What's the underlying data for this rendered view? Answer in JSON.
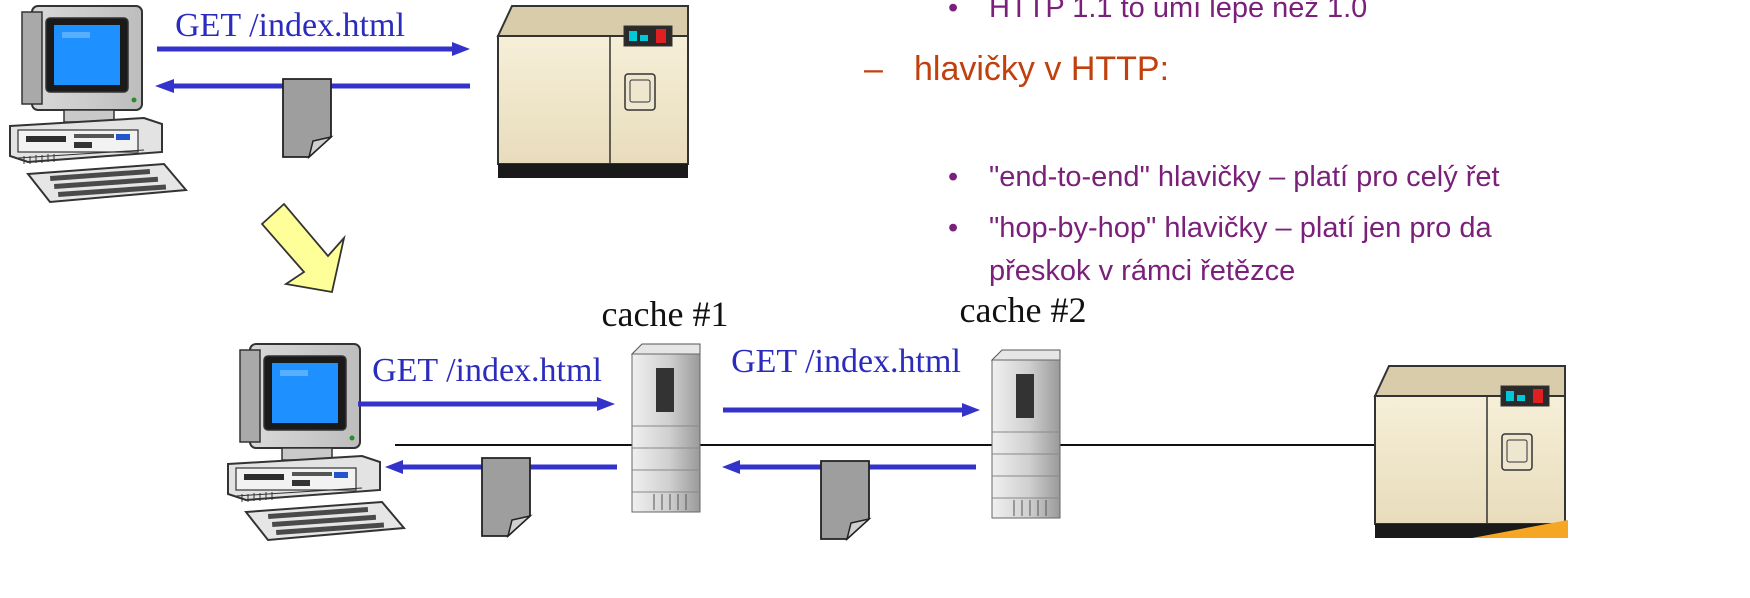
{
  "top": {
    "request_label": "GET /index.html"
  },
  "bottom": {
    "cache1_title": "cache #1",
    "cache2_title": "cache #2",
    "request_label_1": "GET /index.html",
    "request_label_2": "GET /index.html"
  },
  "text": {
    "sub1_bullet": "•",
    "sub1": "HTTP 1.1 to umí lépe než 1.0",
    "dash": "–",
    "heading": "hlavičky v HTTP:",
    "b1_bullet": "•",
    "b1": "\"end-to-end\" hlavičky – platí pro celý řet",
    "b2_bullet": "•",
    "b2_line1": "\"hop-by-hop\" hlavičky – platí jen pro da",
    "b2_line2": "přeskok v rámci řetězce"
  },
  "colors": {
    "arrow": "#3333cc",
    "label": "#2b2bbd",
    "heading": "#c0400e",
    "bullet_text": "#7a1f7a",
    "big_arrow_fill": "#ffff99",
    "accent": "#f5a623"
  }
}
